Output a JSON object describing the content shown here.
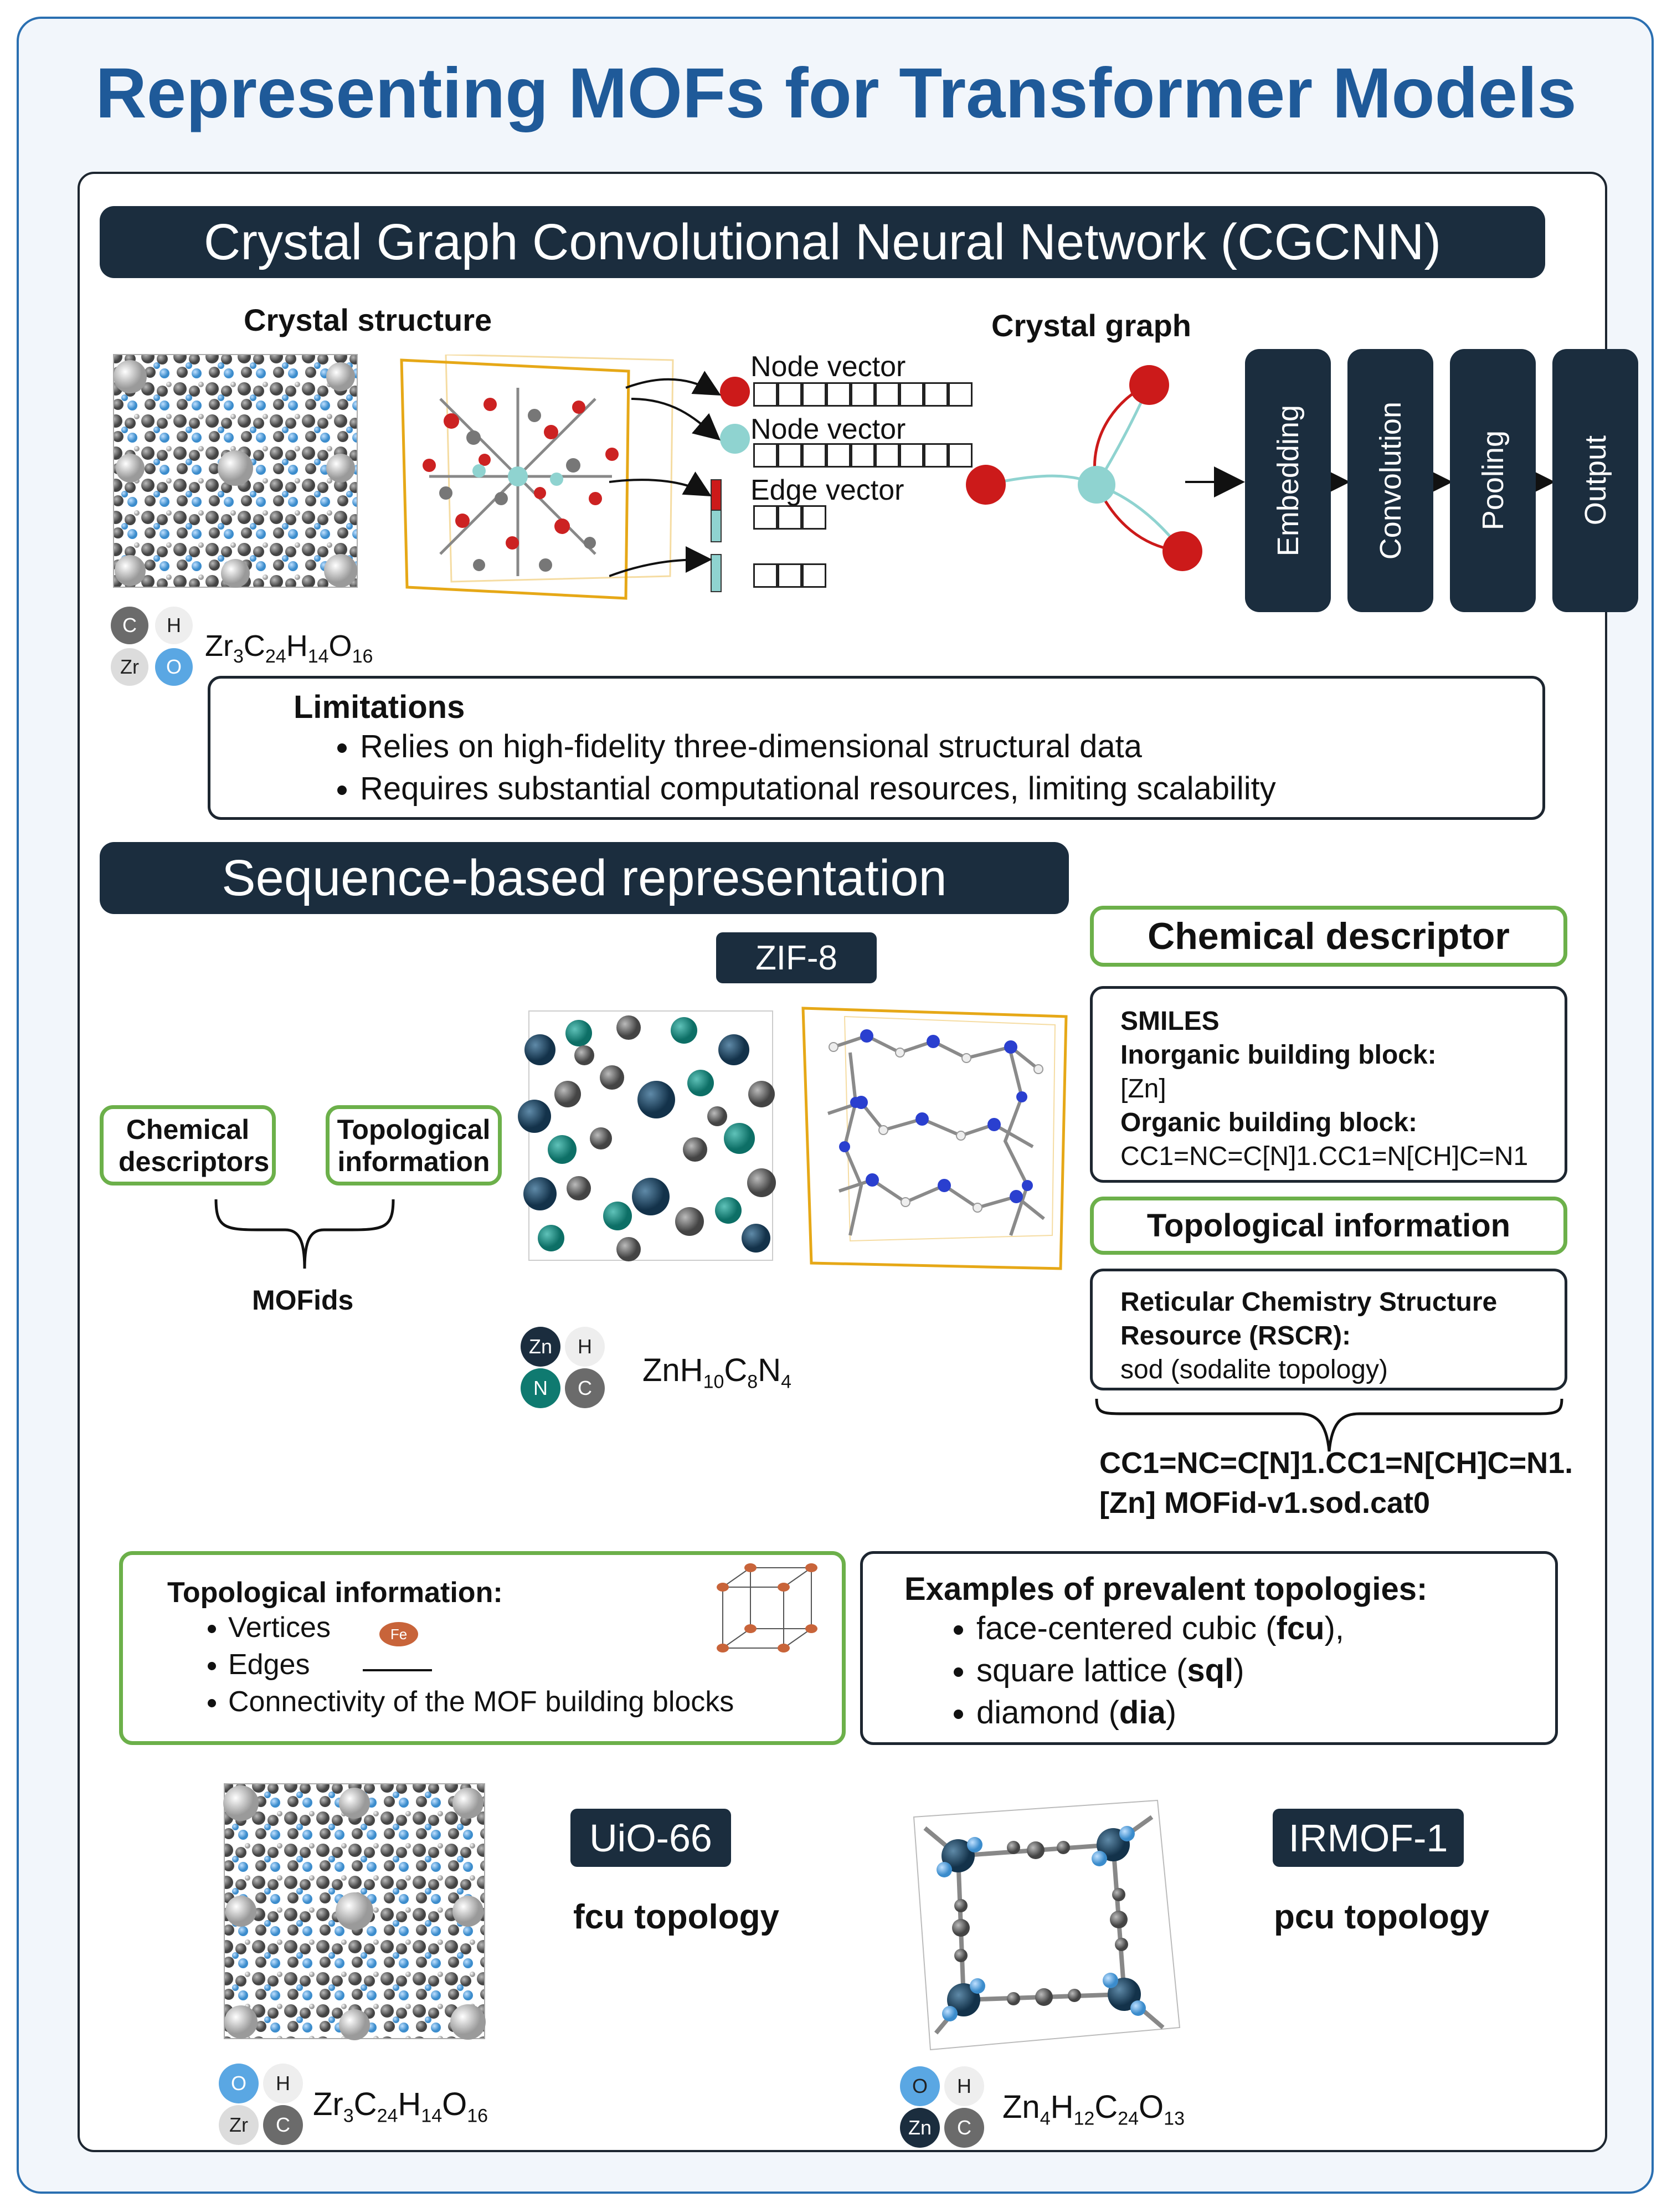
{
  "title": "Representing MOFs for Transformer Models",
  "cgcnn": {
    "banner": "Crystal Graph Convolutional Neural Network (CGCNN)",
    "crystal_structure_label": "Crystal structure",
    "crystal_graph_label": "Crystal graph",
    "node_vector_1": "Node vector",
    "node_vector_2": "Node vector",
    "edge_vector": "Edge vector",
    "pipeline": [
      "Embedding",
      "Convolution",
      "Pooling",
      "Output"
    ],
    "legend": [
      "C",
      "H",
      "Zr",
      "O"
    ],
    "formula": {
      "p1": "Zr",
      "s1": "3",
      "p2": "C",
      "s2": "24",
      "p3": "H",
      "s3": "14",
      "p4": "O",
      "s4": "16"
    },
    "limitations_title": "Limitations",
    "limitations": [
      "Relies on high-fidelity three-dimensional structural data",
      "Requires substantial computational resources, limiting scalability"
    ]
  },
  "sequence": {
    "banner": "Sequence-based representation",
    "zif_tag": "ZIF-8",
    "chem_desc_small": "Chemical descriptors",
    "topo_info_small": "Topological information",
    "mofids_label": "MOFids",
    "zif_legend": [
      "Zn",
      "H",
      "N",
      "C"
    ],
    "zif_formula": {
      "p1": "ZnH",
      "s1": "10",
      "p2": "C",
      "s2": "8",
      "p3": "N",
      "s3": "4"
    },
    "chemical_descriptor_title": "Chemical descriptor",
    "smiles_label": "SMILES",
    "inorganic_label": "Inorganic building block:",
    "inorganic_value": "[Zn]",
    "organic_label": "Organic building block:",
    "organic_value": "CC1=NC=C[N]1.CC1=N[CH]C=N1",
    "topological_info_title": "Topological information",
    "rcsr_label_1": "Reticular Chemistry Structure",
    "rcsr_label_2": "Resource (RSCR):",
    "rcsr_value": "sod (sodalite topology)",
    "mofid_line1": "CC1=NC=C[N]1.CC1=N[CH]C=N1.",
    "mofid_line2": "[Zn] MOFid-v1.sod.cat0"
  },
  "topology_box": {
    "title": "Topological information:",
    "items": [
      "Vertices",
      "Edges",
      "Connectivity of the MOF building blocks"
    ],
    "fe_label": "Fe"
  },
  "examples_box": {
    "title": "Examples of prevalent topologies:",
    "items": [
      {
        "pre": "face-centered cubic (",
        "bold": "fcu",
        "post": "),"
      },
      {
        "pre": "square lattice (",
        "bold": "sql",
        "post": ")"
      },
      {
        "pre": "diamond (",
        "bold": "dia",
        "post": ")"
      }
    ]
  },
  "uio66": {
    "tag": "UiO-66",
    "topology": "fcu topology",
    "legend": [
      "O",
      "H",
      "Zr",
      "C"
    ],
    "formula": {
      "p1": "Zr",
      "s1": "3",
      "p2": "C",
      "s2": "24",
      "p3": "H",
      "s3": "14",
      "p4": "O",
      "s4": "16"
    }
  },
  "irmof1": {
    "tag": "IRMOF-1",
    "topology": "pcu topology",
    "legend": [
      "O",
      "H",
      "Zn",
      "C"
    ],
    "formula": {
      "p1": "Zn",
      "s1": "4",
      "p2": "H",
      "s2": "12",
      "p3": "C",
      "s3": "24",
      "p4": "O",
      "s4": "13"
    }
  },
  "colors": {
    "accent_blue": "#1f5a99",
    "navy": "#1b2d3e",
    "green": "#6cb04a",
    "red_node": "#cc1a1a",
    "teal_node": "#8fd3d0"
  }
}
